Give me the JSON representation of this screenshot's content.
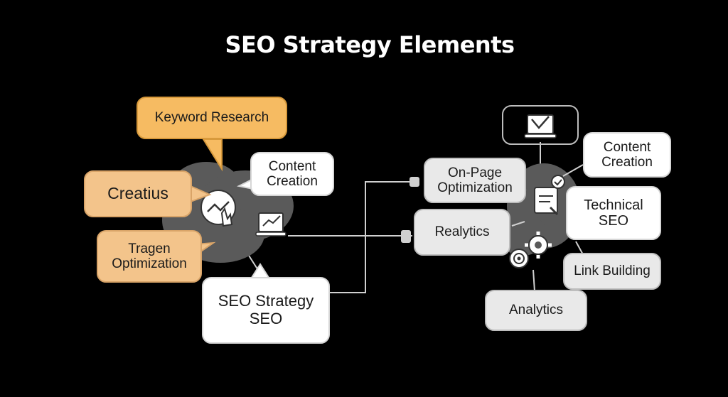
{
  "title": "SEO Strategy Elements",
  "left_cluster": {
    "keyword_research": "Keyword Research",
    "creatius": "Creatius",
    "content_creation": "Content\nCreation",
    "tragen_optimization": "Tragen\nOptimization",
    "seo_strategy": "SEO Strategy\nSEO"
  },
  "right_cluster": {
    "on_page_optimization": "On-Page\nOptimization",
    "realytics": "Realytics",
    "content_creation": "Content\nCreation",
    "technical_seo": "Technical\nSEO",
    "link_building": "Link Building",
    "analytics": "Analytics"
  },
  "icons": {
    "left_hub": [
      "search-chart-icon",
      "laptop-chart-icon"
    ],
    "right_hub": [
      "laptop-check-icon",
      "document-check-icon",
      "gear-icon",
      "target-icon"
    ]
  },
  "colors": {
    "background": "#000000",
    "orange_node": "#f6bb62",
    "peach_node": "#f3c48b",
    "white_node": "#ffffff",
    "grey_node": "#e9e9e9",
    "hub_cloud": "#5a5a5a",
    "connector": "#d0d0d0"
  }
}
